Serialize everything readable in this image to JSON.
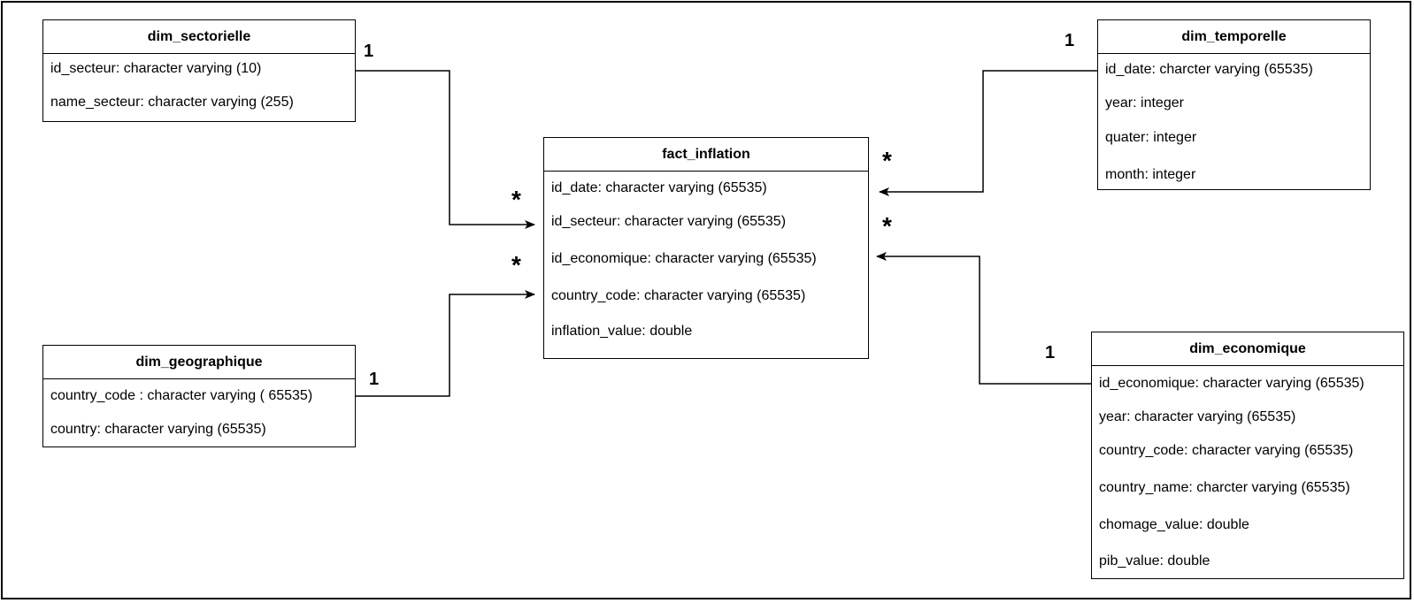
{
  "entities": {
    "dim_sectorielle": {
      "title": "dim_sectorielle",
      "attributes": [
        "id_secteur: character varying (10)",
        "name_secteur: character varying (255)"
      ]
    },
    "dim_temporelle": {
      "title": "dim_temporelle",
      "attributes": [
        "id_date: charcter varying (65535)",
        "year: integer",
        "quater: integer",
        "month: integer"
      ]
    },
    "fact_inflation": {
      "title": "fact_inflation",
      "attributes": [
        "id_date: character varying (65535)",
        "id_secteur: character varying (65535)",
        "id_economique: character varying (65535)",
        "country_code: character varying (65535)",
        "inflation_value: double"
      ]
    },
    "dim_geographique": {
      "title": "dim_geographique",
      "attributes": [
        "country_code : character varying ( 65535)",
        "country: character varying (65535)"
      ]
    },
    "dim_economique": {
      "title": "dim_economique",
      "attributes": [
        "id_economique: character varying (65535)",
        "year: character varying (65535)",
        "country_code: character varying (65535)",
        "country_name: charcter varying (65535)",
        "chomage_value: double",
        "pib_value: double"
      ]
    }
  },
  "multiplicities": {
    "sectorielle_one": "1",
    "temporelle_one": "1",
    "geographique_one": "1",
    "economique_one": "1",
    "fact_star_temporelle": "*",
    "fact_star_sectorielle": "*",
    "fact_star_economique_right": "*",
    "fact_star_geographique": "*"
  }
}
